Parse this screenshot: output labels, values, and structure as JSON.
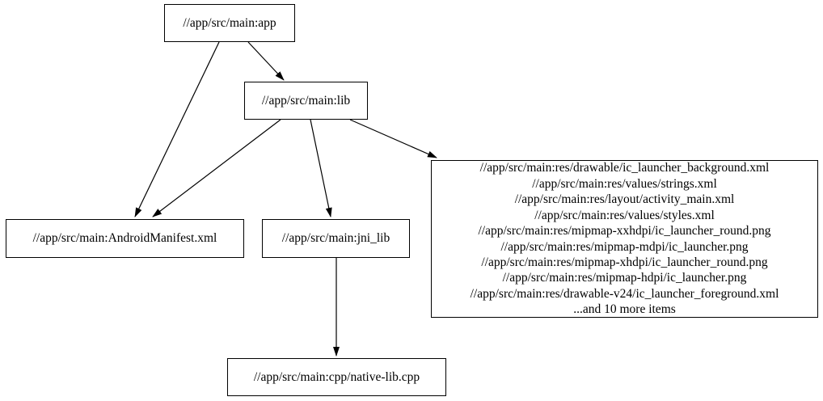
{
  "diagram": {
    "kind": "dependency-graph",
    "colors": {
      "background": "#ffffff",
      "node_fill": "#ffffff",
      "node_border": "#000000",
      "edge": "#000000",
      "text": "#000000"
    },
    "nodes": {
      "app": {
        "label": "//app/src/main:app"
      },
      "lib": {
        "label": "//app/src/main:lib"
      },
      "manifest": {
        "label": "//app/src/main:AndroidManifest.xml"
      },
      "jni_lib": {
        "label": "//app/src/main:jni_lib"
      },
      "res_group": {
        "lines": [
          "//app/src/main:res/drawable/ic_launcher_background.xml",
          "//app/src/main:res/values/strings.xml",
          "//app/src/main:res/layout/activity_main.xml",
          "//app/src/main:res/values/styles.xml",
          "//app/src/main:res/mipmap-xxhdpi/ic_launcher_round.png",
          "//app/src/main:res/mipmap-mdpi/ic_launcher.png",
          "//app/src/main:res/mipmap-xhdpi/ic_launcher_round.png",
          "//app/src/main:res/mipmap-hdpi/ic_launcher.png",
          "//app/src/main:res/drawable-v24/ic_launcher_foreground.xml",
          "...and 10 more items"
        ]
      },
      "native_cpp": {
        "label": "//app/src/main:cpp/native-lib.cpp"
      }
    },
    "edges": [
      {
        "from": "//app/src/main:app",
        "to": "//app/src/main:AndroidManifest.xml"
      },
      {
        "from": "//app/src/main:app",
        "to": "//app/src/main:lib"
      },
      {
        "from": "//app/src/main:lib",
        "to": "//app/src/main:AndroidManifest.xml"
      },
      {
        "from": "//app/src/main:lib",
        "to": "//app/src/main:jni_lib"
      },
      {
        "from": "//app/src/main:lib",
        "to": "res-group"
      },
      {
        "from": "//app/src/main:jni_lib",
        "to": "//app/src/main:cpp/native-lib.cpp"
      }
    ]
  }
}
